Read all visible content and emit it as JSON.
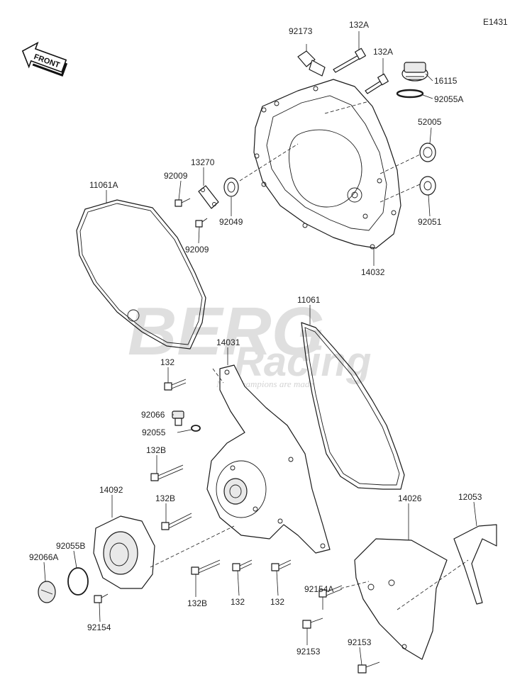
{
  "diagram_code": "E1431",
  "direction_label": "FRONT",
  "watermark": {
    "brand": "BERG",
    "sub": "Racing",
    "tagline": "New Champions are made"
  },
  "part_labels": {
    "p92173": "92173",
    "p132A_1": "132A",
    "p132A_2": "132A",
    "p16115": "16115",
    "p92055A": "92055A",
    "p52005": "52005",
    "p92051": "92051",
    "p14032": "14032",
    "p13270": "13270",
    "p92009_1": "92009",
    "p92009_2": "92009",
    "p92049": "92049",
    "p11061A": "11061A",
    "p11061": "11061",
    "p14031": "14031",
    "p132_1": "132",
    "p92066": "92066",
    "p92055": "92055",
    "p132B_1": "132B",
    "p132B_2": "132B",
    "p14092": "14092",
    "p92055B": "92055B",
    "p92066A": "92066A",
    "p92154": "92154",
    "p132B_3": "132B",
    "p132_2": "132",
    "p132_3": "132",
    "p14026": "14026",
    "p12053": "12053",
    "p92154A": "92154A",
    "p92153_1": "92153",
    "p92153_2": "92153"
  }
}
